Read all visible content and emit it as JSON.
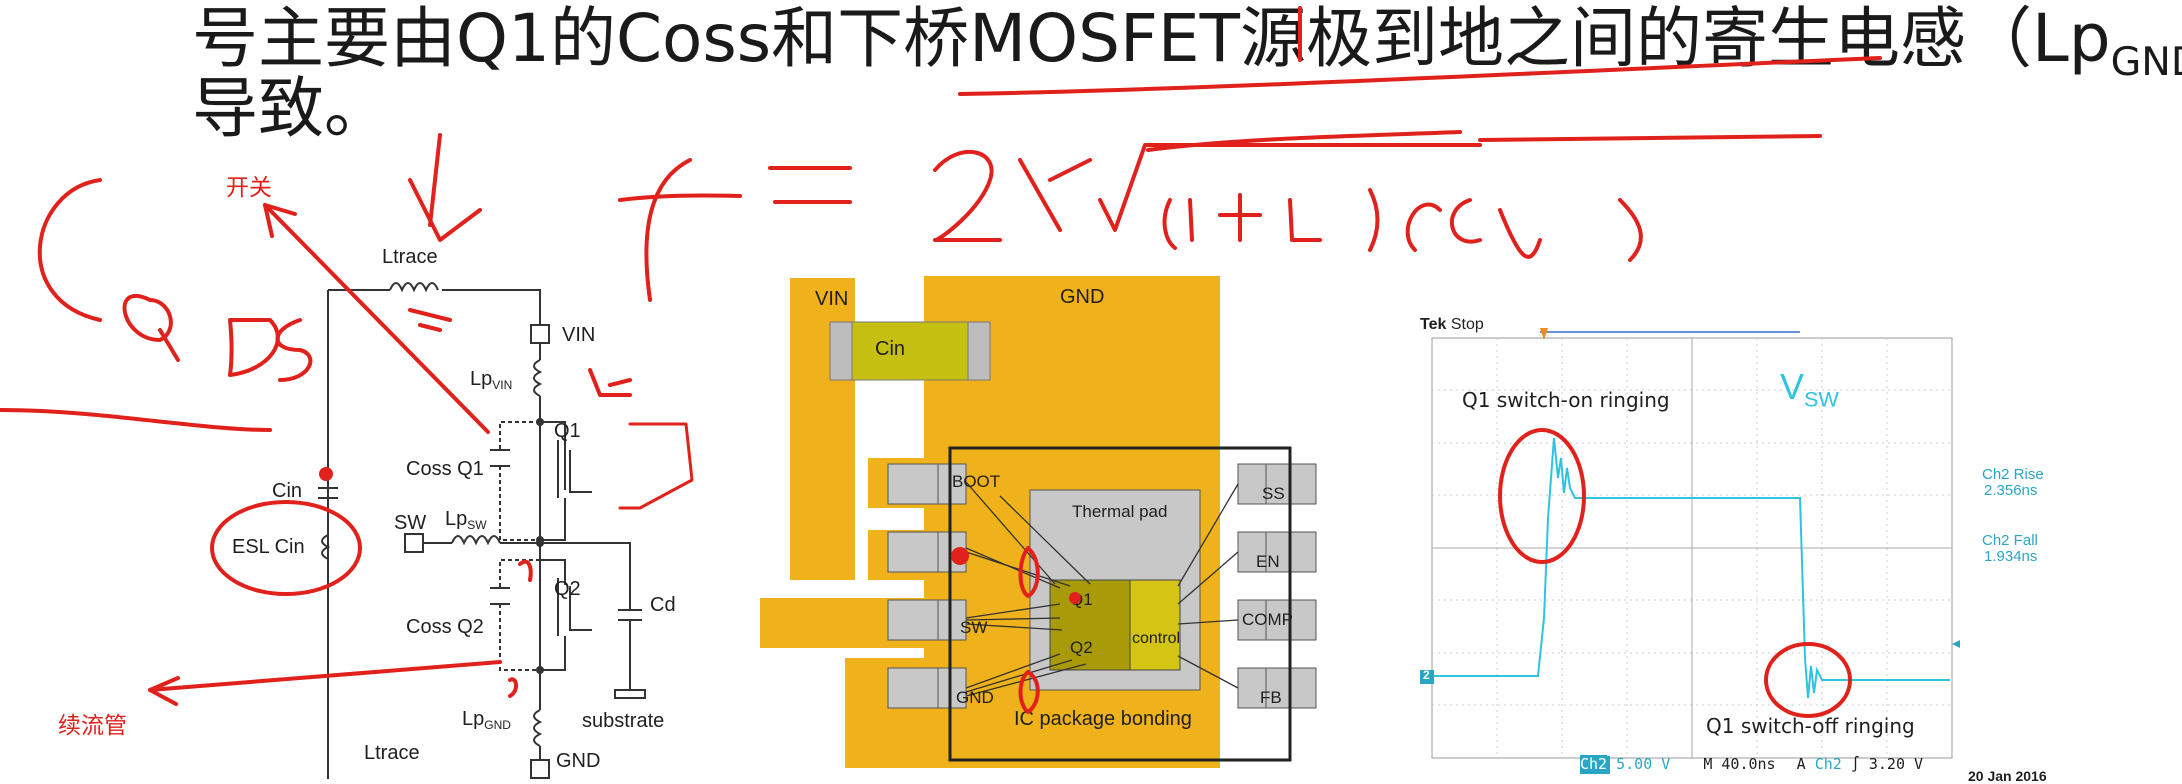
{
  "slide": {
    "line1_prefix": "号主要由Q1的Coss和下桥MOSFET源极到地之间的寄生电感（Lp",
    "line1_sub": "GND",
    "line1_suffix": "）",
    "line2": "导致。"
  },
  "annotations": {
    "switch": "开关",
    "freewheel": "续流管"
  },
  "schematic": {
    "ltrace_top": "Ltrace",
    "vin": "VIN",
    "lp_vin_main": "Lp",
    "lp_vin_sub": "VIN",
    "q1": "Q1",
    "coss_q1": "Coss Q1",
    "cin": "Cin",
    "sw": "SW",
    "lp_sw_main": "Lp",
    "lp_sw_sub": "SW",
    "esl_cin": "ESL Cin",
    "q2": "Q2",
    "cd": "Cd",
    "coss_q2": "Coss Q2",
    "lp_gnd_main": "Lp",
    "lp_gnd_sub": "GND",
    "substrate": "substrate",
    "gnd": "GND",
    "ltrace_bottom": "Ltrace"
  },
  "layout_diagram": {
    "vin": "VIN",
    "gnd": "GND",
    "cin": "Cin",
    "boot": "BOOT",
    "sw": "SW",
    "gnd_pin": "GND",
    "thermal_pad": "Thermal pad",
    "q1": "Q1",
    "q2": "Q2",
    "control": "control",
    "ss": "SS",
    "en": "EN",
    "comp": "COMP",
    "fb": "FB",
    "caption": "IC package bonding"
  },
  "scope": {
    "brand": "Tek",
    "status": "Stop",
    "q1_on": "Q1 switch-on ringing",
    "vsw_main": "V",
    "vsw_sub": "SW",
    "rise_label": "Ch2 Rise",
    "rise_value": "2.356ns",
    "fall_label": "Ch2 Fall",
    "fall_value": "1.934ns",
    "ch_marker": "2",
    "q1_off": "Q1 switch-off ringing",
    "ch": "Ch2",
    "volts": "5.00 V",
    "m": "M",
    "time": "40.0ns",
    "a": "A",
    "trig_ch": "Ch2",
    "trig_sym": "∫",
    "trig_level": "3.20 V",
    "date": "20 Jan  2016"
  },
  "colors": {
    "pcb_copper": "#f0b21a",
    "pcb_pad": "#c8c8c8",
    "die_q": "#a89a08",
    "die_ctrl": "#d4c414",
    "trace_cyan": "#2ec3df",
    "ink_red": "#e0211c"
  }
}
